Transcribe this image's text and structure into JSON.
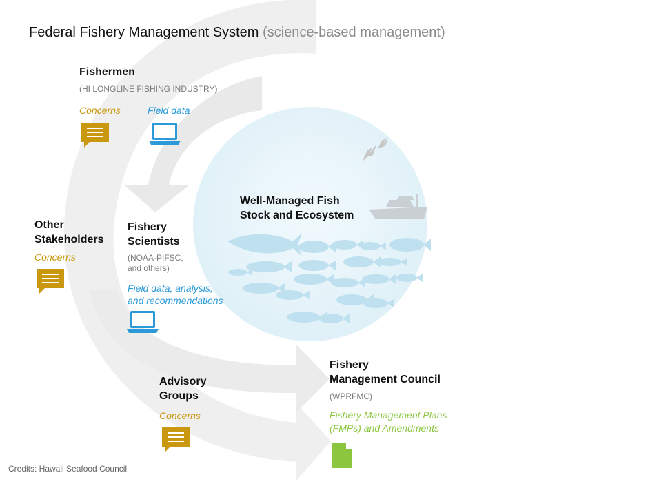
{
  "title": {
    "main": "Federal Fishery Management System",
    "sub": "(science-based management)"
  },
  "fishermen": {
    "name": "Fishermen",
    "detail": "(HI LONGLINE FISHING INDUSTRY)",
    "concerns": "Concerns",
    "field_data": "Field data"
  },
  "other_stakeholders": {
    "name_line1": "Other",
    "name_line2": "Stakeholders",
    "concerns": "Concerns"
  },
  "fishery_scientists": {
    "name_line1": "Fishery",
    "name_line2": "Scientists",
    "detail_line1": "(NOAA-PIFSC,",
    "detail_line2": "and others)",
    "output_line1": "Field data, analysis,",
    "output_line2": "and recommendations"
  },
  "ecosystem": {
    "label_line1": "Well-Managed Fish",
    "label_line2": "Stock and Ecosystem"
  },
  "advisory_groups": {
    "name_line1": "Advisory",
    "name_line2": "Groups",
    "concerns": "Concerns"
  },
  "council": {
    "name_line1": "Fishery",
    "name_line2": "Management Council",
    "detail": "(WPRFMC)",
    "output_line1": "Fishery Management Plans",
    "output_line2": "(FMPs) and Amendments"
  },
  "credits": "Credits: Hawaii Seafood Council",
  "colors": {
    "concern": "#c9980e",
    "science": "#2c9ad8",
    "council": "#8cc63f",
    "arrow": "#efefef",
    "ocean": "#e4f3fa"
  }
}
